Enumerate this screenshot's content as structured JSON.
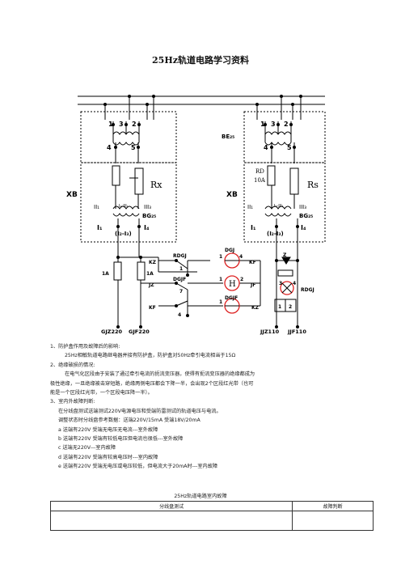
{
  "doc": {
    "title": "25Hz轨道电路学习资料"
  },
  "diagram": {
    "left": {
      "tap_1": "1",
      "tap_3": "3",
      "tap_2": "2",
      "tap_4": "4",
      "tap_5": "5",
      "resistor": "Rx",
      "winding_ii1": "II₁",
      "winding_iii3": "III₃",
      "taps_mid": "I₂-III₁",
      "bg": "BG₂₅",
      "i1": "I₁",
      "i4": "I₄",
      "i23": "(I₂-I₃)",
      "fuse_a": "1A",
      "fuse_b": "1A",
      "xb": "XB",
      "bottom_a": "GJZ220",
      "bottom_b": "GJF220"
    },
    "center": {
      "be25": "BE₂₅",
      "rdgj": "RDGJ",
      "kz": "KZ",
      "kf": "KF",
      "dgjf_top": "DGJF",
      "jz": "JZ",
      "jf": "JF",
      "kf2": "KF",
      "kz2": "KZ",
      "dgj": "DGJ",
      "dgjf": "DGJF",
      "h": "H",
      "n1": "1",
      "n4": "4",
      "n1b": "1",
      "n2": "2",
      "n1c": "1",
      "n7": "7",
      "n4b": "4",
      "n1d": "1"
    },
    "right": {
      "tap_1": "1",
      "tap_3": "3",
      "tap_2": "2",
      "tap_4": "4",
      "tap_5": "5",
      "rd": "RD",
      "rd_a": "10A",
      "resistor": "Rs",
      "xb": "XB",
      "winding_ii1": "II₁",
      "winding_iii3": "III₃",
      "taps_mid": "I₂-III₁",
      "bg": "BG₂₅",
      "i1": "I₁",
      "i4": "I₄",
      "i23": "(I₂-I₃)",
      "z": "Z",
      "rdgj": "RDGJ",
      "n3": "3",
      "n4": "4",
      "n1": "1",
      "n2": "2",
      "bottom_a": "JJZ110",
      "bottom_b": "JJF110"
    }
  },
  "notes": {
    "l1": "1、防护盒作用及故障后的影响:",
    "l2": "25Hz相敏轨道电路继电器并接有防护盒，防护盒对50Hz牵引电流相当于15Ω",
    "l3": "2、绝缘破损的情况:",
    "l4": "在电气化区段由于安装了通过牵引电流的扼流变压器，使得有扼流变压器的绝缘都成为",
    "l5": "极性绝缘，一旦绝缘被击穿短路，绝缘两侧电压都会下降一半，会出现2个区段红光带（也可",
    "l6": "能是一个区段红光带，一个区段电压降一半）。",
    "l7": "3、室内外故障判断:",
    "l8": "在分线盘测试送端测试220V电源电压和受端防雷测试的轨道电压与电流。",
    "l9": "调整状态时分线盘参考数据：送端220V/15mA     受端18V/20mA",
    "l10": "a 送端有220V  受端无电压无电流---室外故障",
    "l11": "b 送端有220V  受端有较低电压但电流也很低---室外故障",
    "l12": "c 送端无220V---室内故障",
    "l13": "d 送端有220V  受端有较高电压时---室内故障",
    "l14": "e 送端有220V  受端无电压或电压较低，但电流大于20mA时---室内故障",
    "caption": "25Hz轨道电路室内故障"
  },
  "table": {
    "col1": "分线盘测试",
    "col2": "故障判断"
  }
}
